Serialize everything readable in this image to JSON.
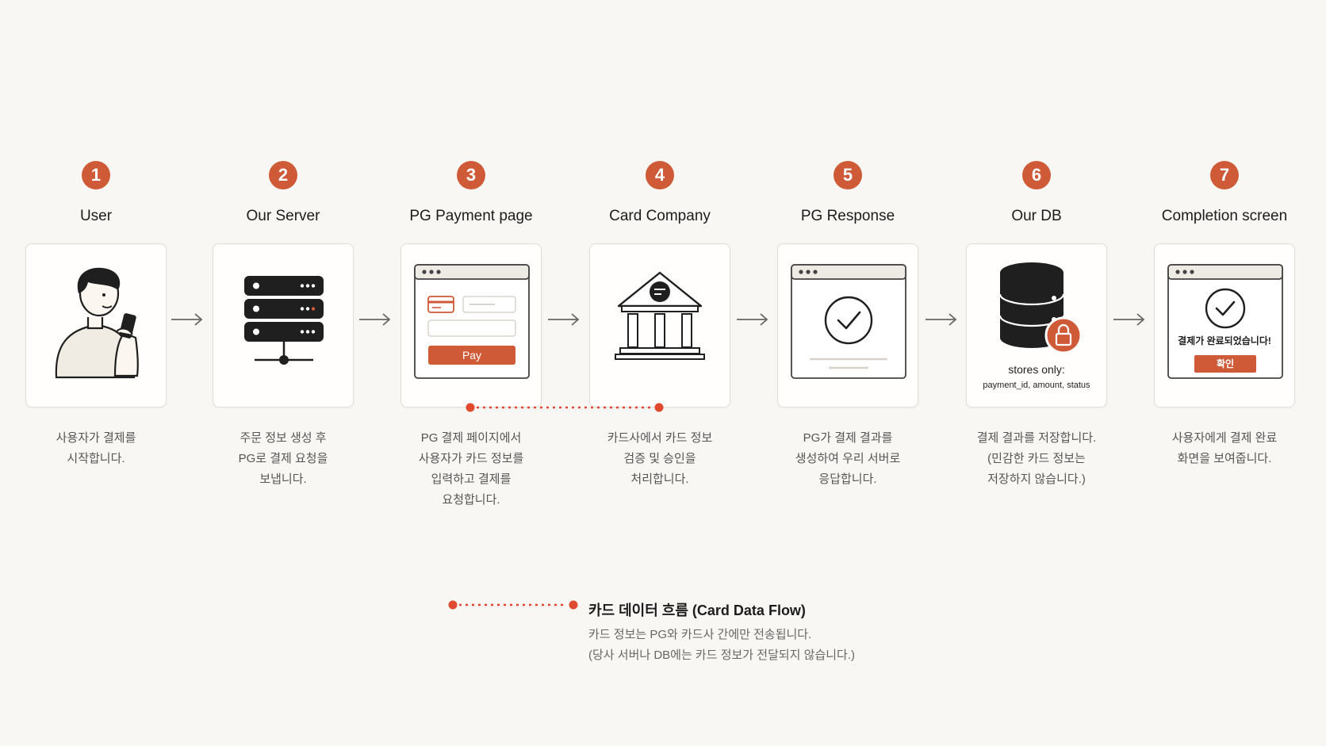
{
  "colors": {
    "accent": "#cf5a38",
    "ink": "#1f1f1f",
    "muted": "#666666"
  },
  "steps": [
    {
      "number": "1",
      "title": "User",
      "icon": "user-with-phone-icon",
      "desc": "사용자가 결제를\n시작합니다."
    },
    {
      "number": "2",
      "title": "Our Server",
      "icon": "server-rack-icon",
      "desc": "주문 정보 생성 후\nPG로 결제 요청을\n보냅니다."
    },
    {
      "number": "3",
      "title": "PG Payment page",
      "icon": "payment-page-icon",
      "button": "Pay",
      "desc": "PG 결제 페이지에서\n사용자가 카드 정보를\n입력하고 결제를\n요청합니다."
    },
    {
      "number": "4",
      "title": "Card Company",
      "icon": "bank-building-icon",
      "desc": "카드사에서 카드 정보\n검증 및 승인을\n처리합니다."
    },
    {
      "number": "5",
      "title": "PG Response",
      "icon": "check-window-icon",
      "desc": "PG가 결제 결과를\n생성하여 우리 서버로\n응답합니다."
    },
    {
      "number": "6",
      "title": "Our DB",
      "icon": "locked-database-icon",
      "note_title": "stores only:",
      "note_fields": "payment_id, amount, status",
      "desc": "결제 결과를 저장합니다.\n(민감한 카드 정보는\n저장하지 않습니다.)"
    },
    {
      "number": "7",
      "title": "Completion screen",
      "icon": "completion-window-icon",
      "message": "결제가 완료되었습니다!",
      "button": "확인",
      "desc": "사용자에게 결제 완료\n화면을 보여줍니다."
    }
  ],
  "legend": {
    "title": "카드 데이터 흐름 (Card Data Flow)",
    "text": "카드 정보는 PG와 카드사 간에만 전송됩니다.\n(당사 서버나 DB에는 카드 정보가 전달되지 않습니다.)"
  }
}
